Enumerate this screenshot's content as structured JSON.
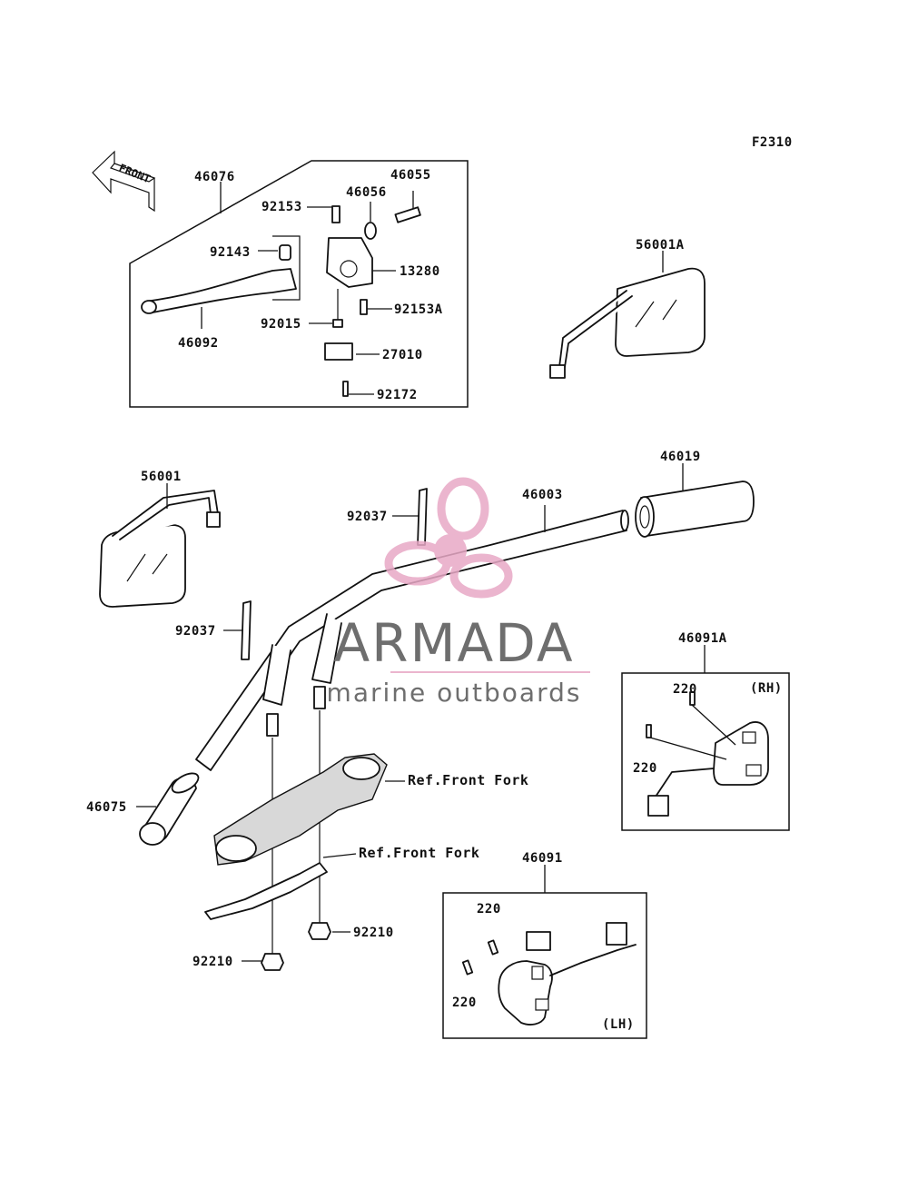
{
  "figure_code": "F2310",
  "front_arrow_label": "FRONT",
  "watermark": {
    "brand": "ARMADA",
    "tagline": "marine outboards",
    "brand_color": "#6e6e6e",
    "logo_color": "#e8a9c6"
  },
  "ref_labels": {
    "upper": "Ref.Front Fork",
    "lower": "Ref.Front Fork"
  },
  "switch_boxes": {
    "rh": "(RH)",
    "lh": "(LH)"
  },
  "part_numbers": {
    "p46076": "46076",
    "p46055": "46055",
    "p46056": "46056",
    "p92153": "92153",
    "p92143": "92143",
    "p13280": "13280",
    "p92153A": "92153A",
    "p46092": "46092",
    "p92015": "92015",
    "p27010": "27010",
    "p92172": "92172",
    "p56001A": "56001A",
    "p56001": "56001",
    "p46019": "46019",
    "p46003": "46003",
    "p92037_upper": "92037",
    "p92037_lower": "92037",
    "p46091A": "46091A",
    "p220_rh_top": "220",
    "p220_rh_left": "220",
    "p46075": "46075",
    "p46091": "46091",
    "p220_lh_top": "220",
    "p220_lh_bottom": "220",
    "p92210_right": "92210",
    "p92210_left": "92210"
  }
}
